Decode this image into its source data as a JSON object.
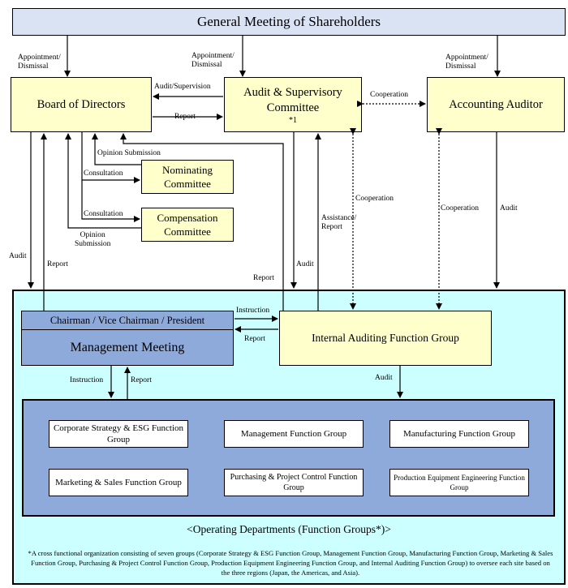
{
  "top": {
    "shareholders": "General Meeting of Shareholders"
  },
  "bodies": {
    "board": "Board of Directors",
    "audit_committee_line1": "Audit & Supervisory",
    "audit_committee_line2": "Committee",
    "audit_committee_note": "*1",
    "accounting_auditor": "Accounting Auditor",
    "nominating_line1": "Nominating",
    "nominating_line2": "Committee",
    "compensation_line1": "Compensation",
    "compensation_line2": "Committee"
  },
  "management": {
    "chairman": "Chairman / Vice Chairman / President",
    "meeting": "Management Meeting",
    "internal_audit": "Internal Auditing Function Group"
  },
  "groups": [
    "Corporate Strategy & ESG Function Group",
    "Management Function Group",
    "Manufacturing Function Group",
    "Marketing & Sales Function Group",
    "Purchasing & Project Control Function Group",
    "Production Equipment Engineering Function Group"
  ],
  "operating_departments": "<Operating Departments (Function Groups*)>",
  "footnote": "*A cross functional organization consisting of seven groups (Corporate Strategy & ESG Function Group, Management Function Group, Manufacturing Function Group, Marketing & Sales Function Group, Purchasing & Project Control Function Group, Production Equipment Engineering Function Group, and Internal Auditing Function Group) to oversee each site based on the three regions (Japan, the Americas, and Asia).",
  "labels": {
    "appointment_1": "Appointment/",
    "dismissal_1": "Dismissal",
    "appointment_2": "Appointment/",
    "dismissal_2": "Dismissal",
    "appointment_3": "Appointment/",
    "dismissal_3": "Dismissal",
    "audit_supervision": "Audit/Supervision",
    "report_board": "Report",
    "cooperation_top": "Cooperation",
    "opinion_submission_1": "Opinion Submission",
    "consultation_1": "Consultation",
    "consultation_2": "Consultation",
    "opinion_2a": "Opinion",
    "opinion_2b": "Submission",
    "cooperation_mid": "Cooperation",
    "assistance": "Assistance/",
    "assistance_report": "Report",
    "cooperation_right": "Cooperation",
    "audit_right": "Audit",
    "audit_left": "Audit",
    "report_left": "Report",
    "report_mid": "Report",
    "audit_mid": "Audit",
    "instruction_mgmt": "Instruction",
    "report_mgmt": "Report",
    "instruction_down": "Instruction",
    "report_up": "Report",
    "audit_down": "Audit"
  },
  "colors": {
    "yellow": "#ffffcc",
    "teal": "#ccffff",
    "blue": "#8eaadb",
    "top": "#dae3f3"
  }
}
